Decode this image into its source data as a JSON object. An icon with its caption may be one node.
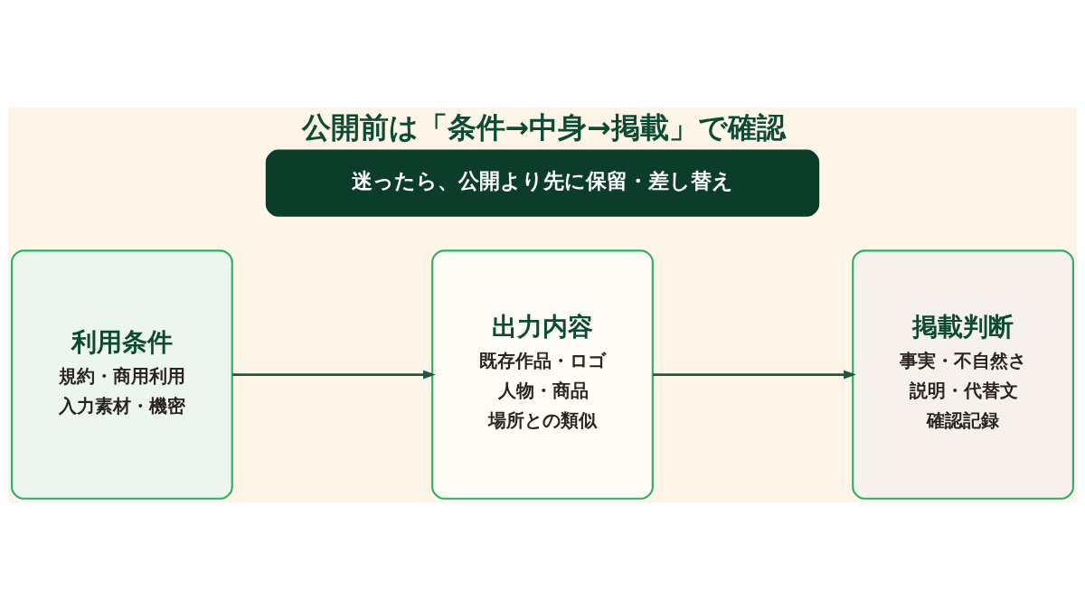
{
  "diagram": {
    "title": "公開前は「条件→中身→掲載」で確認",
    "nodes": [
      {
        "text": [
          "利用条件",
          "規約・商用利用",
          "入力素材・機密"
        ]
      },
      {
        "text": [
          "出力内容",
          "既存作品・ロゴ",
          "人物・商品",
          "場所との類似"
        ]
      },
      {
        "text": [
          "掲載判断",
          "事実・不自然さ",
          "説明・代替文",
          "確認記録"
        ]
      },
      {
        "text": [
          "迷ったら、公開より先に保留・差し替え"
        ]
      }
    ],
    "edges": [
      {
        "from": 0,
        "to": 1,
        "arrow": "to"
      },
      {
        "from": 1,
        "to": 2,
        "arrow": "to"
      }
    ]
  }
}
